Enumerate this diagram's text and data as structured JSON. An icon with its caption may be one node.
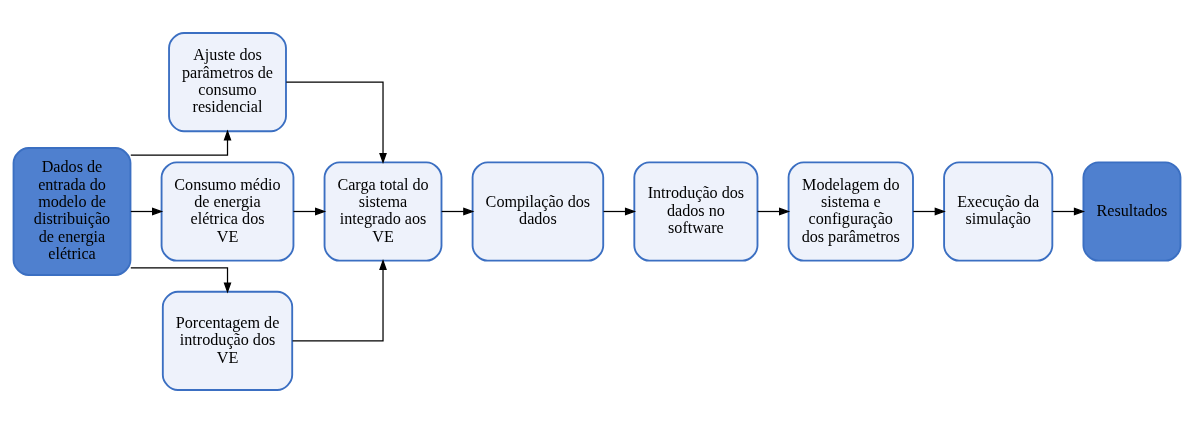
{
  "diagram": {
    "nodes": [
      {
        "text": [
          "Dados de entrada do modelo de distribuição de energia elétrica"
        ]
      },
      {
        "text": [
          "Ajuste dos parâmetros de consumo residencial"
        ]
      },
      {
        "text": [
          "Consumo médio de energia elétrica dos VE"
        ]
      },
      {
        "text": [
          "Porcentagem de introdução dos VE"
        ]
      },
      {
        "text": [
          "Carga total do sistema integrado aos VE"
        ]
      },
      {
        "text": [
          "Compilação dos dados"
        ]
      },
      {
        "text": [
          "Introdução dos dados no software"
        ]
      },
      {
        "text": [
          "Modelagem do sistema e configuração dos parâmetros"
        ]
      },
      {
        "text": [
          "Execução da simulação"
        ]
      },
      {
        "text": [
          "Resultados"
        ]
      }
    ],
    "edges": [
      {
        "from": 0,
        "to": 1,
        "arrow": "to"
      },
      {
        "from": 0,
        "to": 2,
        "arrow": "to"
      },
      {
        "from": 0,
        "to": 3,
        "arrow": "to"
      },
      {
        "from": 1,
        "to": 4,
        "arrow": "to"
      },
      {
        "from": 2,
        "to": 4,
        "arrow": "to"
      },
      {
        "from": 3,
        "to": 4,
        "arrow": "to"
      },
      {
        "from": 4,
        "to": 5,
        "arrow": "to"
      },
      {
        "from": 5,
        "to": 6,
        "arrow": "to"
      },
      {
        "from": 6,
        "to": 7,
        "arrow": "to"
      },
      {
        "from": 7,
        "to": 8,
        "arrow": "to"
      },
      {
        "from": 8,
        "to": 9,
        "arrow": "to"
      }
    ]
  }
}
